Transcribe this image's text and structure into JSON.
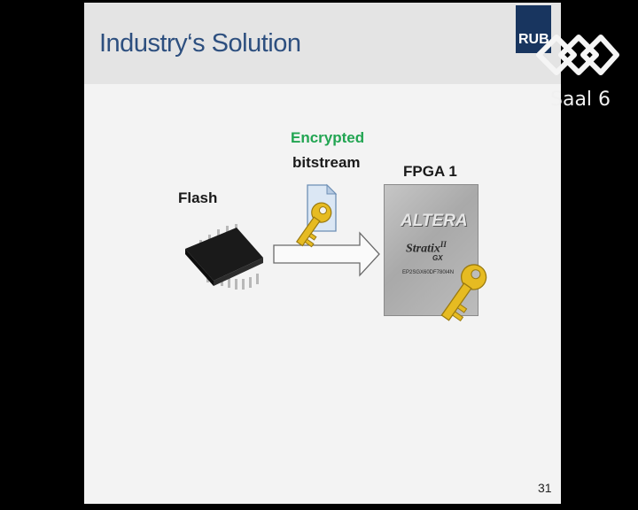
{
  "slide": {
    "title": "Industry‘s Solution",
    "logo_text": "RUB",
    "page_number": "31"
  },
  "labels": {
    "encrypted": "Encrypted",
    "bitstream": "bitstream",
    "flash": "Flash",
    "fpga": "FPGA 1"
  },
  "chip": {
    "brand": "ALTERA",
    "family": "Stratix",
    "family_suffix": "II",
    "family_sub": "GX",
    "part_number": "EP2SGX60DF780I4N"
  },
  "watermark": {
    "room": "Saal 6"
  },
  "colors": {
    "title": "#2d4f7f",
    "encrypted": "#22a552",
    "logo_bg": "#18355f",
    "key": "#e3b820"
  }
}
